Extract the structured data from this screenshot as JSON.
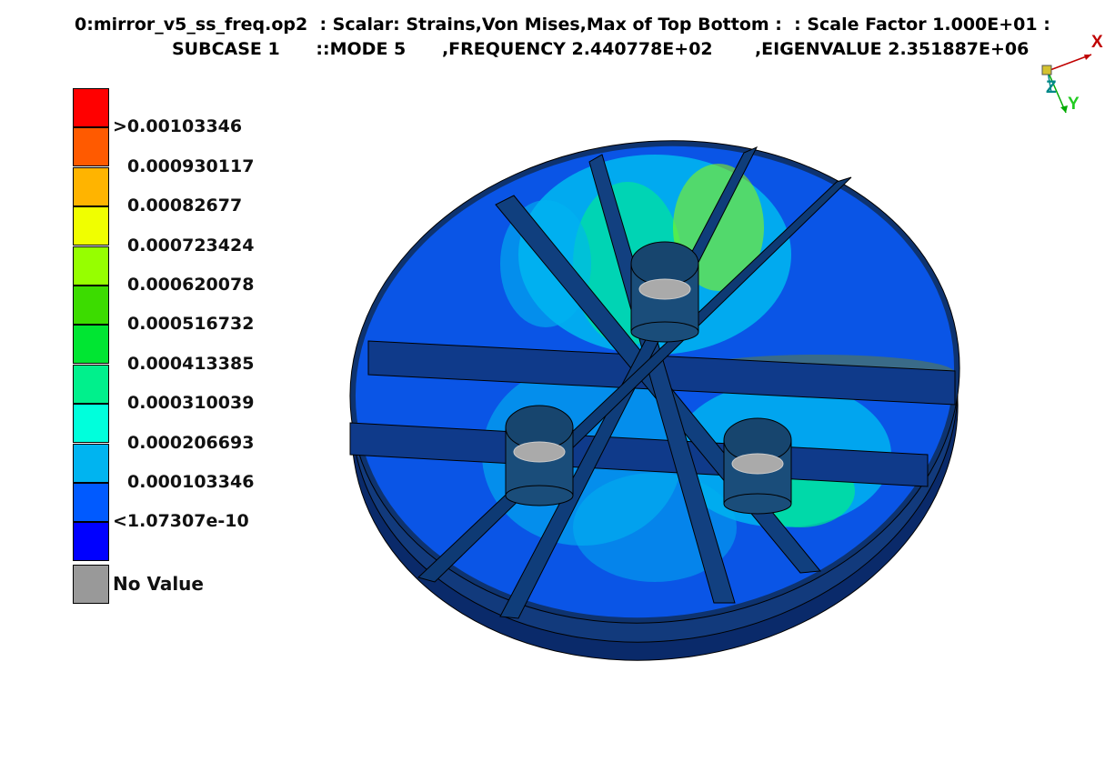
{
  "header": {
    "line1": "0:mirror_v5_ss_freq.op2  : Scalar: Strains,Von Mises,Max of Top Bottom :  : Scale Factor 1.000E+01 :",
    "line2": "SUBCASE 1      ::MODE 5      ,FREQUENCY 2.440778E+02       ,EIGENVALUE 2.351887E+06"
  },
  "legend": {
    "colors": [
      "#ff0000",
      "#ff5a00",
      "#ffb400",
      "#f0ff00",
      "#96ff00",
      "#3cdc00",
      "#00e632",
      "#00f08c",
      "#00ffdc",
      "#00b4f0",
      "#005aff",
      "#0000ff"
    ],
    "labels": [
      ">0.00103346",
      "0.000930117",
      "0.00082677",
      "0.000723424",
      "0.000620078",
      "0.000516732",
      "0.000413385",
      "0.000310039",
      "0.000206693",
      "0.000103346",
      "<1.07307e-10"
    ],
    "no_value_color": "#999999",
    "no_value_label": "No Value"
  },
  "triad": {
    "x": "X",
    "y": "Y",
    "z": "Z"
  }
}
